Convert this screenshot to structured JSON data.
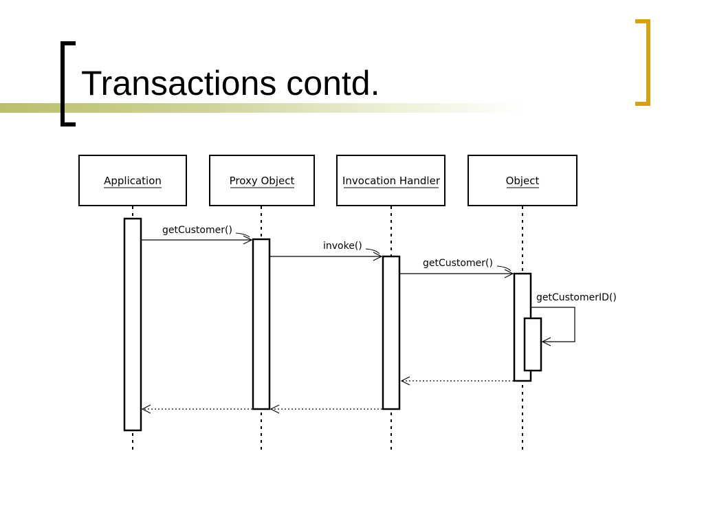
{
  "slide": {
    "title": "Transactions contd.",
    "colors": {
      "accent_gold": "#d4a017",
      "bar_olive": "#b9bf6a"
    }
  },
  "diagram": {
    "type": "sequence",
    "participants": [
      "Application",
      "Proxy Object",
      "Invocation Handler",
      "Object"
    ],
    "messages": [
      {
        "from": "Application",
        "to": "Proxy Object",
        "label": "getCustomer()",
        "kind": "call"
      },
      {
        "from": "Proxy Object",
        "to": "Invocation Handler",
        "label": "invoke()",
        "kind": "call"
      },
      {
        "from": "Invocation Handler",
        "to": "Object",
        "label": "getCustomer()",
        "kind": "call"
      },
      {
        "from": "Object",
        "to": "Object",
        "label": "getCustomerID()",
        "kind": "self-call"
      },
      {
        "from": "Object",
        "to": "Invocation Handler",
        "label": "",
        "kind": "return"
      },
      {
        "from": "Invocation Handler",
        "to": "Proxy Object",
        "label": "",
        "kind": "return"
      },
      {
        "from": "Proxy Object",
        "to": "Application",
        "label": "",
        "kind": "return"
      }
    ]
  }
}
